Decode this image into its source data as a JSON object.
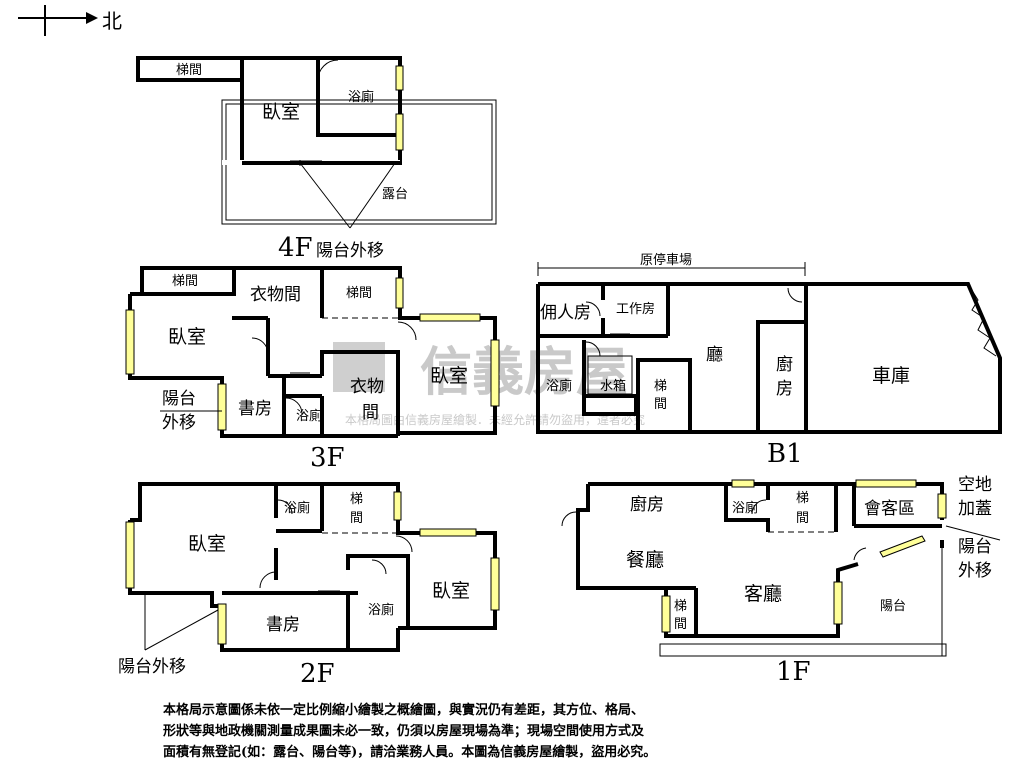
{
  "north": "北",
  "watermark": {
    "brand": "信義房屋",
    "sub": "本格局圖由信義房屋繪製．未經允許請勿盜用，違者必究"
  },
  "floors": {
    "f4": {
      "label": "4F",
      "stair": "梯間",
      "bedroom": "臥室",
      "bath": "浴廁",
      "terrace": "露台",
      "balcony": "陽台外移"
    },
    "f3": {
      "label": "3F",
      "stair1": "梯間",
      "closet1": "衣物間",
      "stair2": "梯間",
      "bedroom1": "臥室",
      "closet2a": "衣物",
      "closet2b": "間",
      "bedroom2": "臥室",
      "study": "書房",
      "bath": "浴廁",
      "balcony_a": "陽台",
      "balcony_b": "外移"
    },
    "b1": {
      "label": "B1",
      "parking": "原停車場",
      "maid": "佣人房",
      "work": "工作房",
      "hall": "廳",
      "kitchen_a": "廚",
      "kitchen_b": "房",
      "garage": "車庫",
      "bath": "浴廁",
      "tank": "水箱",
      "stair_a": "梯",
      "stair_b": "間"
    },
    "f2": {
      "label": "2F",
      "bath1": "浴廁",
      "stair_a": "梯",
      "stair_b": "間",
      "bedroom1": "臥室",
      "bedroom2": "臥室",
      "study": "書房",
      "bath2": "浴廁",
      "balcony": "陽台外移"
    },
    "f1": {
      "label": "1F",
      "kitchen": "廚房",
      "bath": "浴廁",
      "stair_a": "梯",
      "stair_b": "間",
      "reception": "會客區",
      "addon_a": "空地",
      "addon_b": "加蓋",
      "dining": "餐廳",
      "living": "客廳",
      "stair2_a": "梯",
      "stair2_b": "間",
      "balcony": "陽台",
      "balcony_move_a": "陽台",
      "balcony_move_b": "外移"
    }
  },
  "notes": [
    "本格局示意圖係未依一定比例縮小繪製之概繪圖，與實況仍有差距，其方位、格局、",
    "形狀等與地政機關測量成果圖未必一致，仍須以房屋現場為準；現場空間使用方式及",
    "面積有無登記(如：露台、陽台等)，請洽業務人員。本圖為信義房屋繪製，盜用必究。"
  ]
}
